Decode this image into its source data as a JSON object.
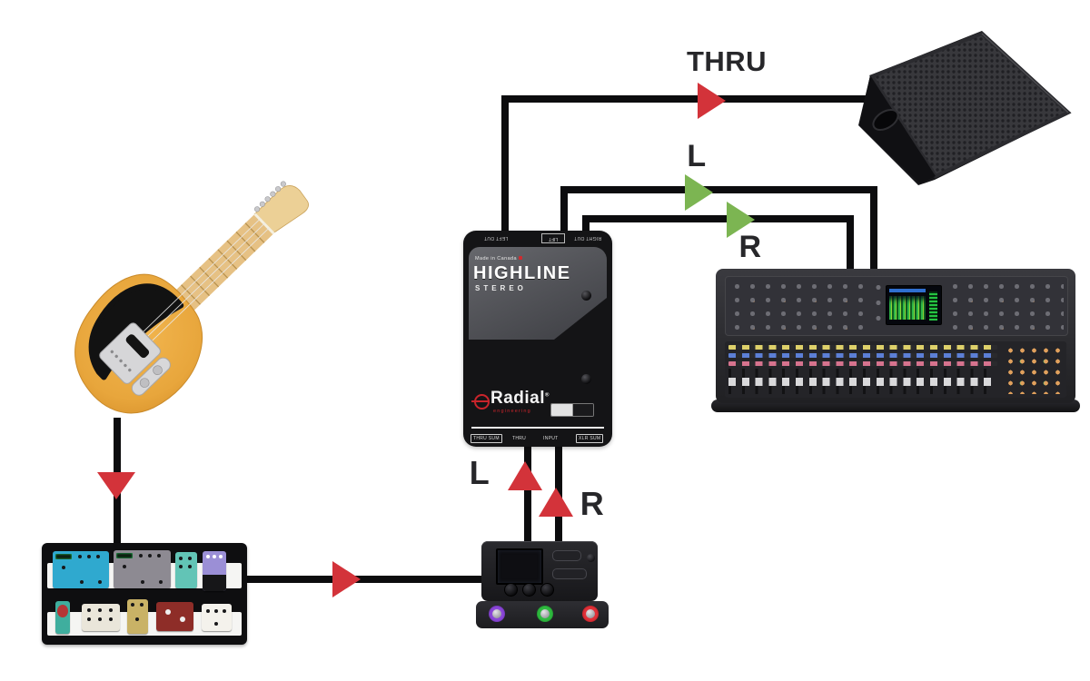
{
  "colors": {
    "signal_red": "#d3333a",
    "signal_green": "#7cb552",
    "cable": "#0c0c0e",
    "label_text": "#27272a"
  },
  "labels": {
    "thru_line": "THRU",
    "xlr_left": "L",
    "xlr_right": "R",
    "input_left": "L",
    "input_right": "R"
  },
  "di_box": {
    "origin": "Made in Canada",
    "model": "HIGHLINE",
    "variant": "STEREO",
    "brand": "Radial",
    "brand_sub": "engineering",
    "top_jacks": [
      "LEFT OUT",
      "LIFT",
      "RIGHT OUT"
    ],
    "bottom_jacks": [
      "THRU SUM",
      "THRU",
      "INPUT",
      "XLR SUM"
    ]
  }
}
